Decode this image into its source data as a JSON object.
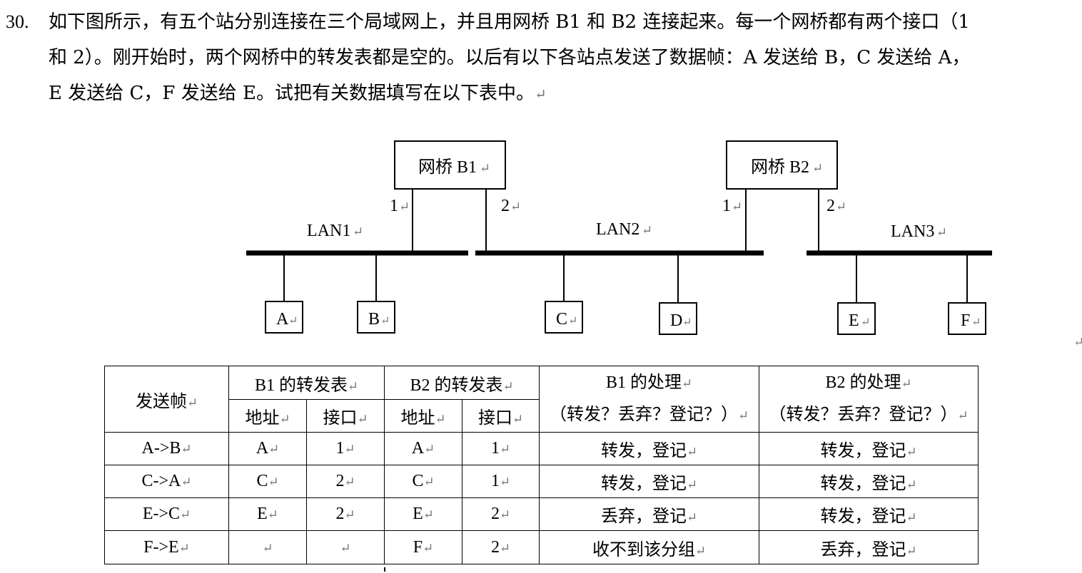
{
  "question": {
    "number": "30.",
    "line1": "如下图所示，有五个站分别连接在三个局域网上，并且用网桥 B1 和 B2 连接起来。每一个网桥都有两个接口（1",
    "line2": "和 2）。刚开始时，两个网桥中的转发表都是空的。以后有以下各站点发送了数据帧：A 发送给 B，C 发送给 A，",
    "line3": "E 发送给 C，F 发送给 E。试把有关数据填写在以下表中。"
  },
  "return_mark": "↵",
  "diagram": {
    "bridges": [
      {
        "label": "网桥 B1",
        "port1": "1",
        "port2": "2"
      },
      {
        "label": "网桥 B2",
        "port1": "1",
        "port2": "2"
      }
    ],
    "lans": [
      "LAN1",
      "LAN2",
      "LAN3"
    ],
    "stations": [
      "A",
      "B",
      "C",
      "D",
      "E",
      "F"
    ]
  },
  "table": {
    "headers": {
      "frame": "发送帧",
      "b1_table": "B1 的转发表",
      "b2_table": "B2 的转发表",
      "address": "地址",
      "port": "接口",
      "b1_action": "B1 的处理",
      "b2_action": "B2 的处理",
      "action_sub": "（转发？丢弃？登记？）"
    },
    "rows": [
      {
        "frame": "A->B",
        "b1_addr": "A",
        "b1_port": "1",
        "b2_addr": "A",
        "b2_port": "1",
        "b1_action": "转发，登记",
        "b2_action": "转发，登记"
      },
      {
        "frame": "C->A",
        "b1_addr": "C",
        "b1_port": "2",
        "b2_addr": "C",
        "b2_port": "1",
        "b1_action": "转发，登记",
        "b2_action": "转发，登记"
      },
      {
        "frame": "E->C",
        "b1_addr": "E",
        "b1_port": "2",
        "b2_addr": "E",
        "b2_port": "2",
        "b1_action": "丢弃，登记",
        "b2_action": "转发，登记"
      },
      {
        "frame": "F->E",
        "b1_addr": "",
        "b1_port": "",
        "b2_addr": "F",
        "b2_port": "2",
        "b1_action": "收不到该分组",
        "b2_action": "丢弃，登记"
      }
    ]
  }
}
